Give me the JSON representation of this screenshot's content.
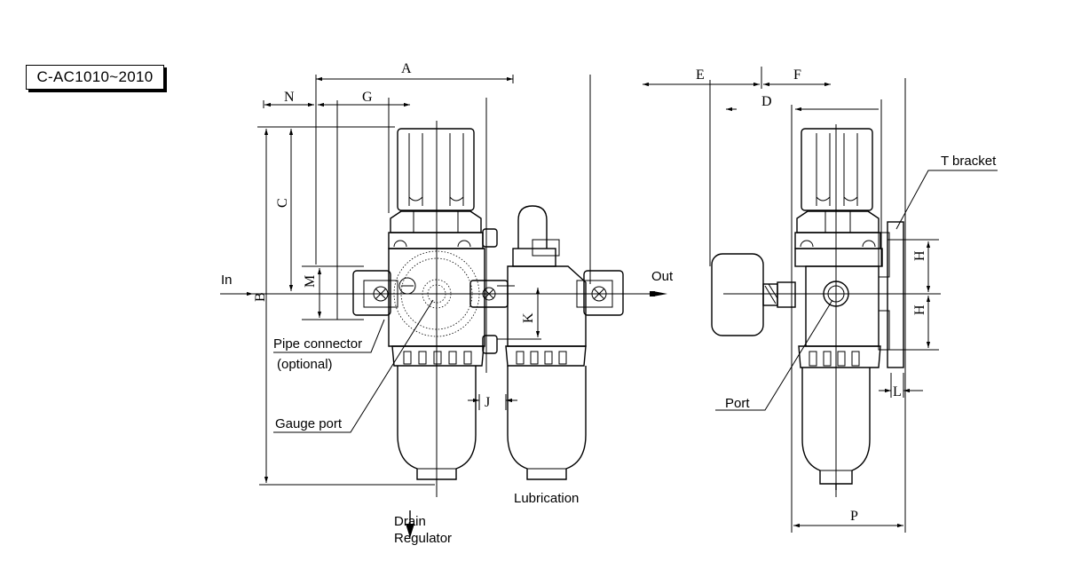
{
  "model": "C-AC1010~2010",
  "dimensions": {
    "a": "A",
    "b": "B",
    "c": "C",
    "d": "D",
    "e": "E",
    "f": "F",
    "g": "G",
    "h1": "H",
    "h2": "H",
    "j": "J",
    "k": "K",
    "l": "L",
    "m": "M",
    "n": "N",
    "p": "P"
  },
  "callouts": {
    "in": "In",
    "out": "Out",
    "pipe_connector": "Pipe connector",
    "optional": "(optional)",
    "gauge_port": "Gauge port",
    "drain": "Drain",
    "regulator": "Regulator",
    "lubrication": "Lubrication",
    "t_bracket": "T bracket",
    "port": "Port"
  }
}
